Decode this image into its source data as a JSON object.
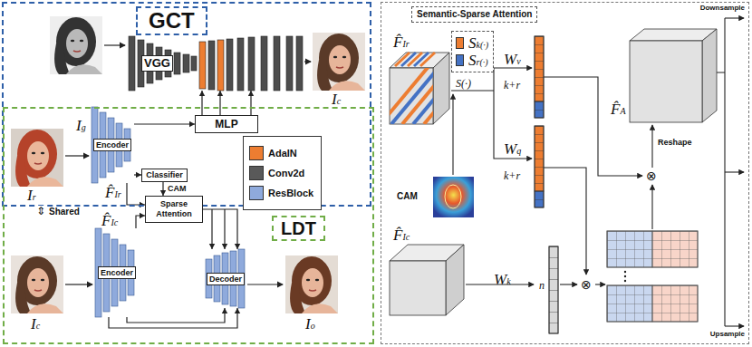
{
  "diagram": {
    "nodes": [
      {
        "text": [
          "GCT"
        ]
      },
      {
        "text": [
          "VGG"
        ],
        "in": 0
      },
      {
        "text": [
          "MLP"
        ],
        "in": 0
      },
      {
        "text": [
          "LDT"
        ]
      },
      {
        "text": [
          "Encoder"
        ],
        "in": 3
      },
      {
        "text": [
          "Classifier"
        ],
        "in": 3
      },
      {
        "text": [
          "Sparse Attention"
        ],
        "in": 3
      },
      {
        "text": [
          "Encoder"
        ],
        "in": 3
      },
      {
        "text": [
          "Decoder"
        ],
        "in": 3
      },
      {
        "text": [
          "Semantic-Sparse Attention"
        ]
      }
    ],
    "edges": [
      {
        "from": 4,
        "to": 2,
        "arrow": "to"
      },
      {
        "from": 2,
        "to": 1,
        "arrow": "to"
      },
      {
        "from": 4,
        "to": 5,
        "arrow": "to"
      },
      {
        "from": 5,
        "to": 6,
        "label": "CAM",
        "arrow": "to"
      },
      {
        "from": 4,
        "to": 6,
        "arrow": "to"
      },
      {
        "from": 7,
        "to": 6,
        "arrow": "to"
      },
      {
        "from": 6,
        "to": 8,
        "arrow": "to"
      },
      {
        "from": 7,
        "to": 8,
        "arrow": "to"
      }
    ],
    "labels": [
      "Ig",
      "Ic",
      "Ir",
      "⇕",
      "Shared",
      "F̂Ir",
      "F̂Ic",
      "Ic",
      "Io",
      "F̂Ir",
      "S(·)",
      "Wv",
      "Wq",
      "k+r",
      "k+r",
      "CAM",
      "F̂Ic",
      "Wk",
      "n",
      "⊗",
      "⊗",
      "F̂A",
      "Reshape",
      "Downsample",
      "Upsample"
    ],
    "legend": [
      {
        "text": "AdaIN",
        "color": "#ed7d31"
      },
      {
        "text": "Conv2d",
        "color": "#595959"
      },
      {
        "text": "ResBlock",
        "color": "#8faadc"
      },
      {
        "text": "Sk(·)",
        "color": "#ed7d31"
      },
      {
        "text": "Sr(·)",
        "color": "#4472c4"
      }
    ]
  }
}
